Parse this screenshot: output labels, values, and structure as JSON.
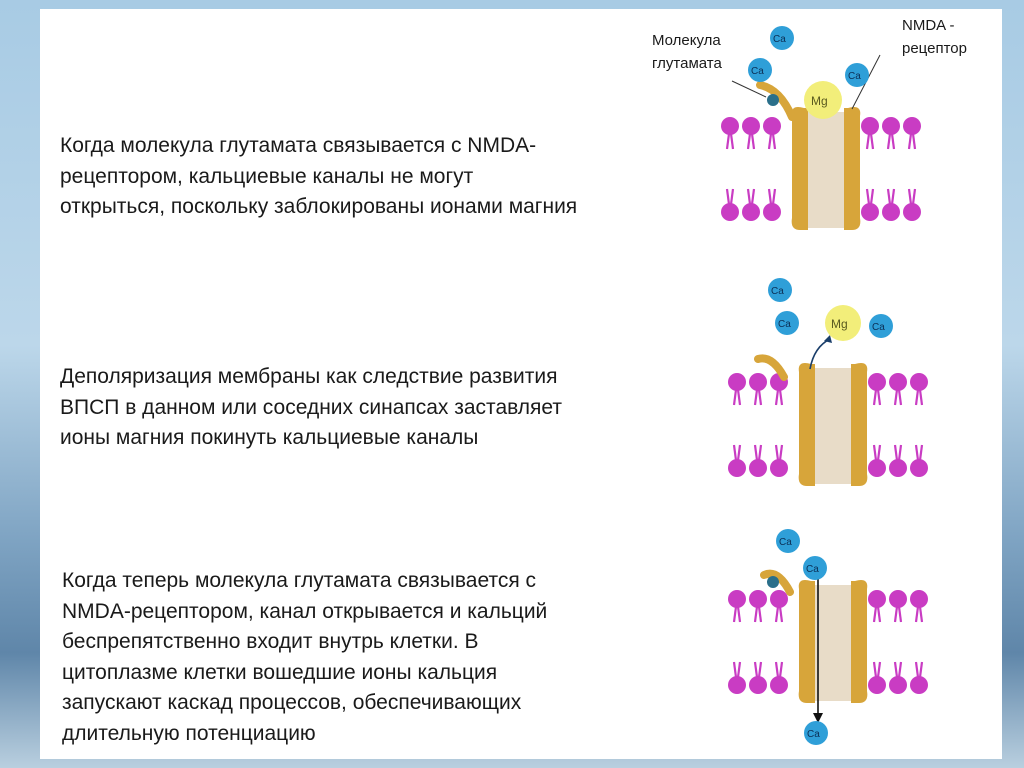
{
  "paragraphs": {
    "p1": "Когда молекула глутамата связывается с NMDA-\nрецептором, кальциевые каналы не могут\nоткрыться, поскольку заблокированы ионами магния",
    "p2": "Деполяризация мембраны как следствие развития\nВПСП  в данном или соседних синапсах заставляет\nионы магния покинуть кальциевые каналы",
    "p3": "Когда теперь молекула глутамата связывается с\nNMDA-рецептором, канал открывается и кальций\nбеспрепятственно входит внутрь клетки. В\nцитоплазме клетки вошедшие ионы кальция\nзапускают каскад процессов, обеспечивающих\nдлительную потенциацию"
  },
  "labels": {
    "glutamate": "Молекула\nглутамата",
    "nmda": "NMDA -\nрецептор"
  },
  "ions": {
    "ca": "Ca",
    "mg": "Mg"
  },
  "colors": {
    "lipid_head": "#c93cc3",
    "receptor": "#d7a53a",
    "channel": "#e8dcc8",
    "calcium": "#2f9fd8",
    "magnesium": "#f2ee7a"
  }
}
